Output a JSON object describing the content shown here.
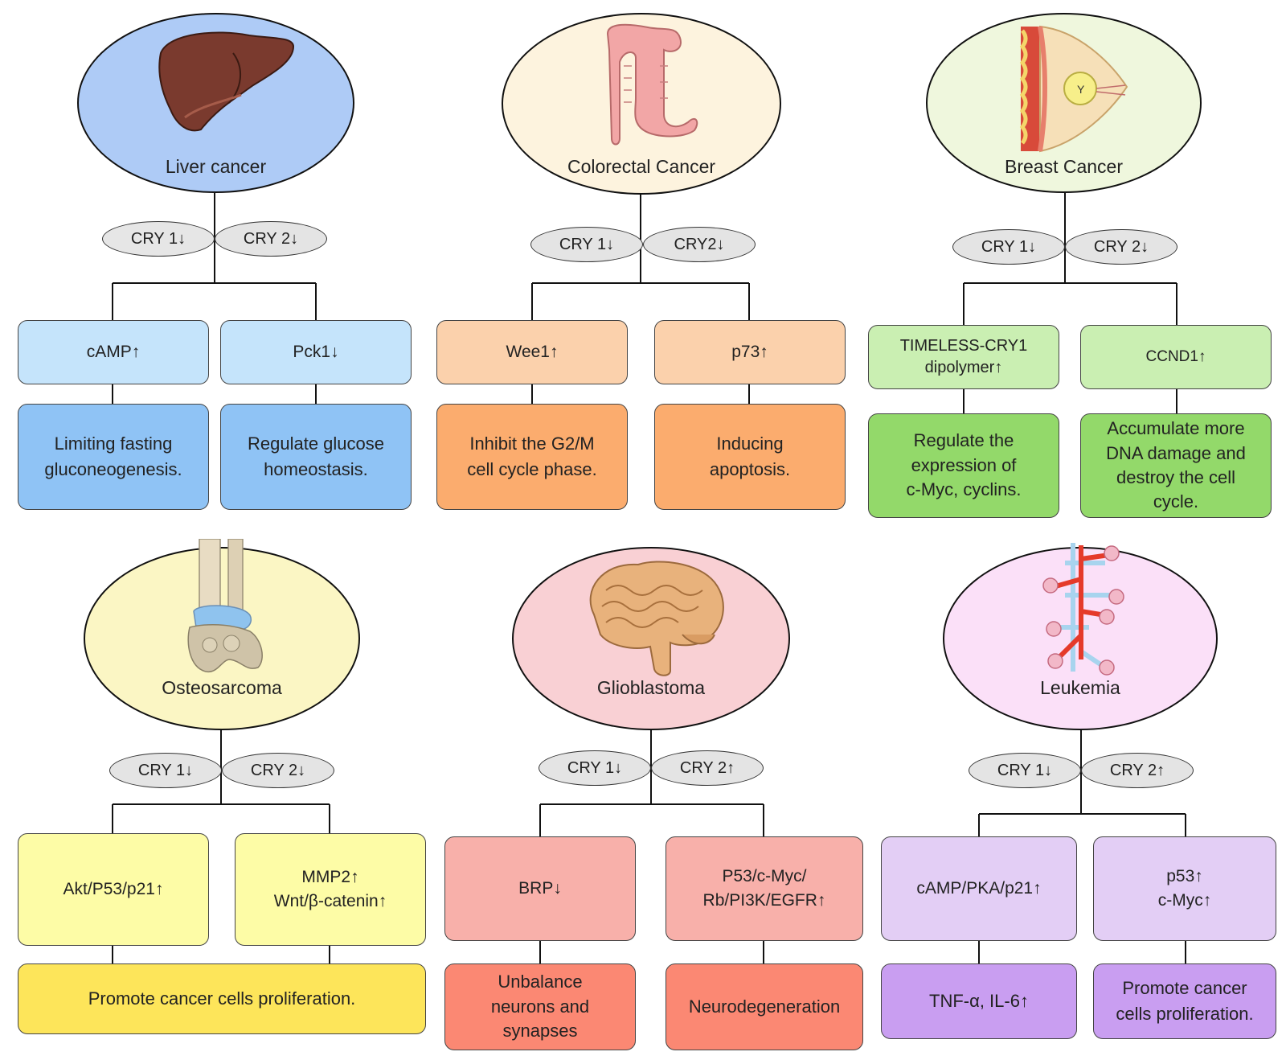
{
  "panels": [
    {
      "title": "Liver cancer",
      "cry1": "CRY 1↓",
      "cry2": "CRY 2↓",
      "left": {
        "gene": "cAMP↑",
        "effect": "Limiting fasting\ngluconeogenesis."
      },
      "right": {
        "gene": "Pck1↓",
        "effect": "Regulate glucose\nhomeostasis."
      }
    },
    {
      "title": "Colorectal Cancer",
      "cry1": "CRY 1↓",
      "cry2": "CRY2↓",
      "left": {
        "gene": "Wee1↑",
        "effect": "Inhibit the G2/M\ncell cycle phase."
      },
      "right": {
        "gene": "p73↑",
        "effect": "Inducing\napoptosis."
      }
    },
    {
      "title": "Breast Cancer",
      "cry1": "CRY 1↓",
      "cry2": "CRY 2↓",
      "left": {
        "gene": "TIMELESS-CRY1\ndipolymer↑",
        "effect": "Regulate the\nexpression of\nc-Myc, cyclins."
      },
      "right": {
        "gene": "CCND1↑",
        "effect": "Accumulate more\nDNA damage and\ndestroy the cell\ncycle."
      }
    },
    {
      "title": "Osteosarcoma",
      "cry1": "CRY 1↓",
      "cry2": "CRY 2↓",
      "left": {
        "gene": "Akt/P53/p21↑"
      },
      "right": {
        "gene": "MMP2↑\nWnt/β-catenin↑"
      },
      "shared_effect": "Promote cancer cells proliferation."
    },
    {
      "title": "Glioblastoma",
      "cry1": "CRY 1↓",
      "cry2": "CRY 2↑",
      "left": {
        "gene": "BRP↓",
        "effect": "Unbalance\nneurons and\nsynapses"
      },
      "right": {
        "gene": "P53/c-Myc/\nRb/PI3K/EGFR↑",
        "effect": "Neurodegeneration"
      }
    },
    {
      "title": "Leukemia",
      "cry1": "CRY 1↓",
      "cry2": "CRY 2↑",
      "left": {
        "gene": "cAMP/PKA/p21↑",
        "effect": "TNF-α, IL-6↑"
      },
      "right": {
        "gene": "p53↑\nc-Myc↑",
        "effect": "Promote cancer\ncells proliferation."
      }
    }
  ],
  "colors": {
    "liver": {
      "oval": "#aecbf6",
      "gene": "#c5e4fb",
      "effect": "#8fc3f5"
    },
    "colorectal": {
      "oval": "#fdf3de",
      "gene": "#fbd1ac",
      "effect": "#fbac6e"
    },
    "breast": {
      "oval": "#eff7dd",
      "gene": "#caefb2",
      "effect": "#93d96a"
    },
    "osteosarcoma": {
      "oval": "#fbf6c4",
      "gene": "#fdfca6",
      "effect": "#fde55a"
    },
    "glioblastoma": {
      "oval": "#f9d0d4",
      "gene": "#f8b0aa",
      "effect": "#fb8873"
    },
    "leukemia": {
      "oval": "#fbe0f8",
      "gene": "#e3cef5",
      "effect": "#c99ef1"
    }
  },
  "icons": [
    "liver-icon",
    "colon-icon",
    "breast-icon",
    "ankle-bone-icon",
    "brain-icon",
    "blood-vessels-icon"
  ]
}
